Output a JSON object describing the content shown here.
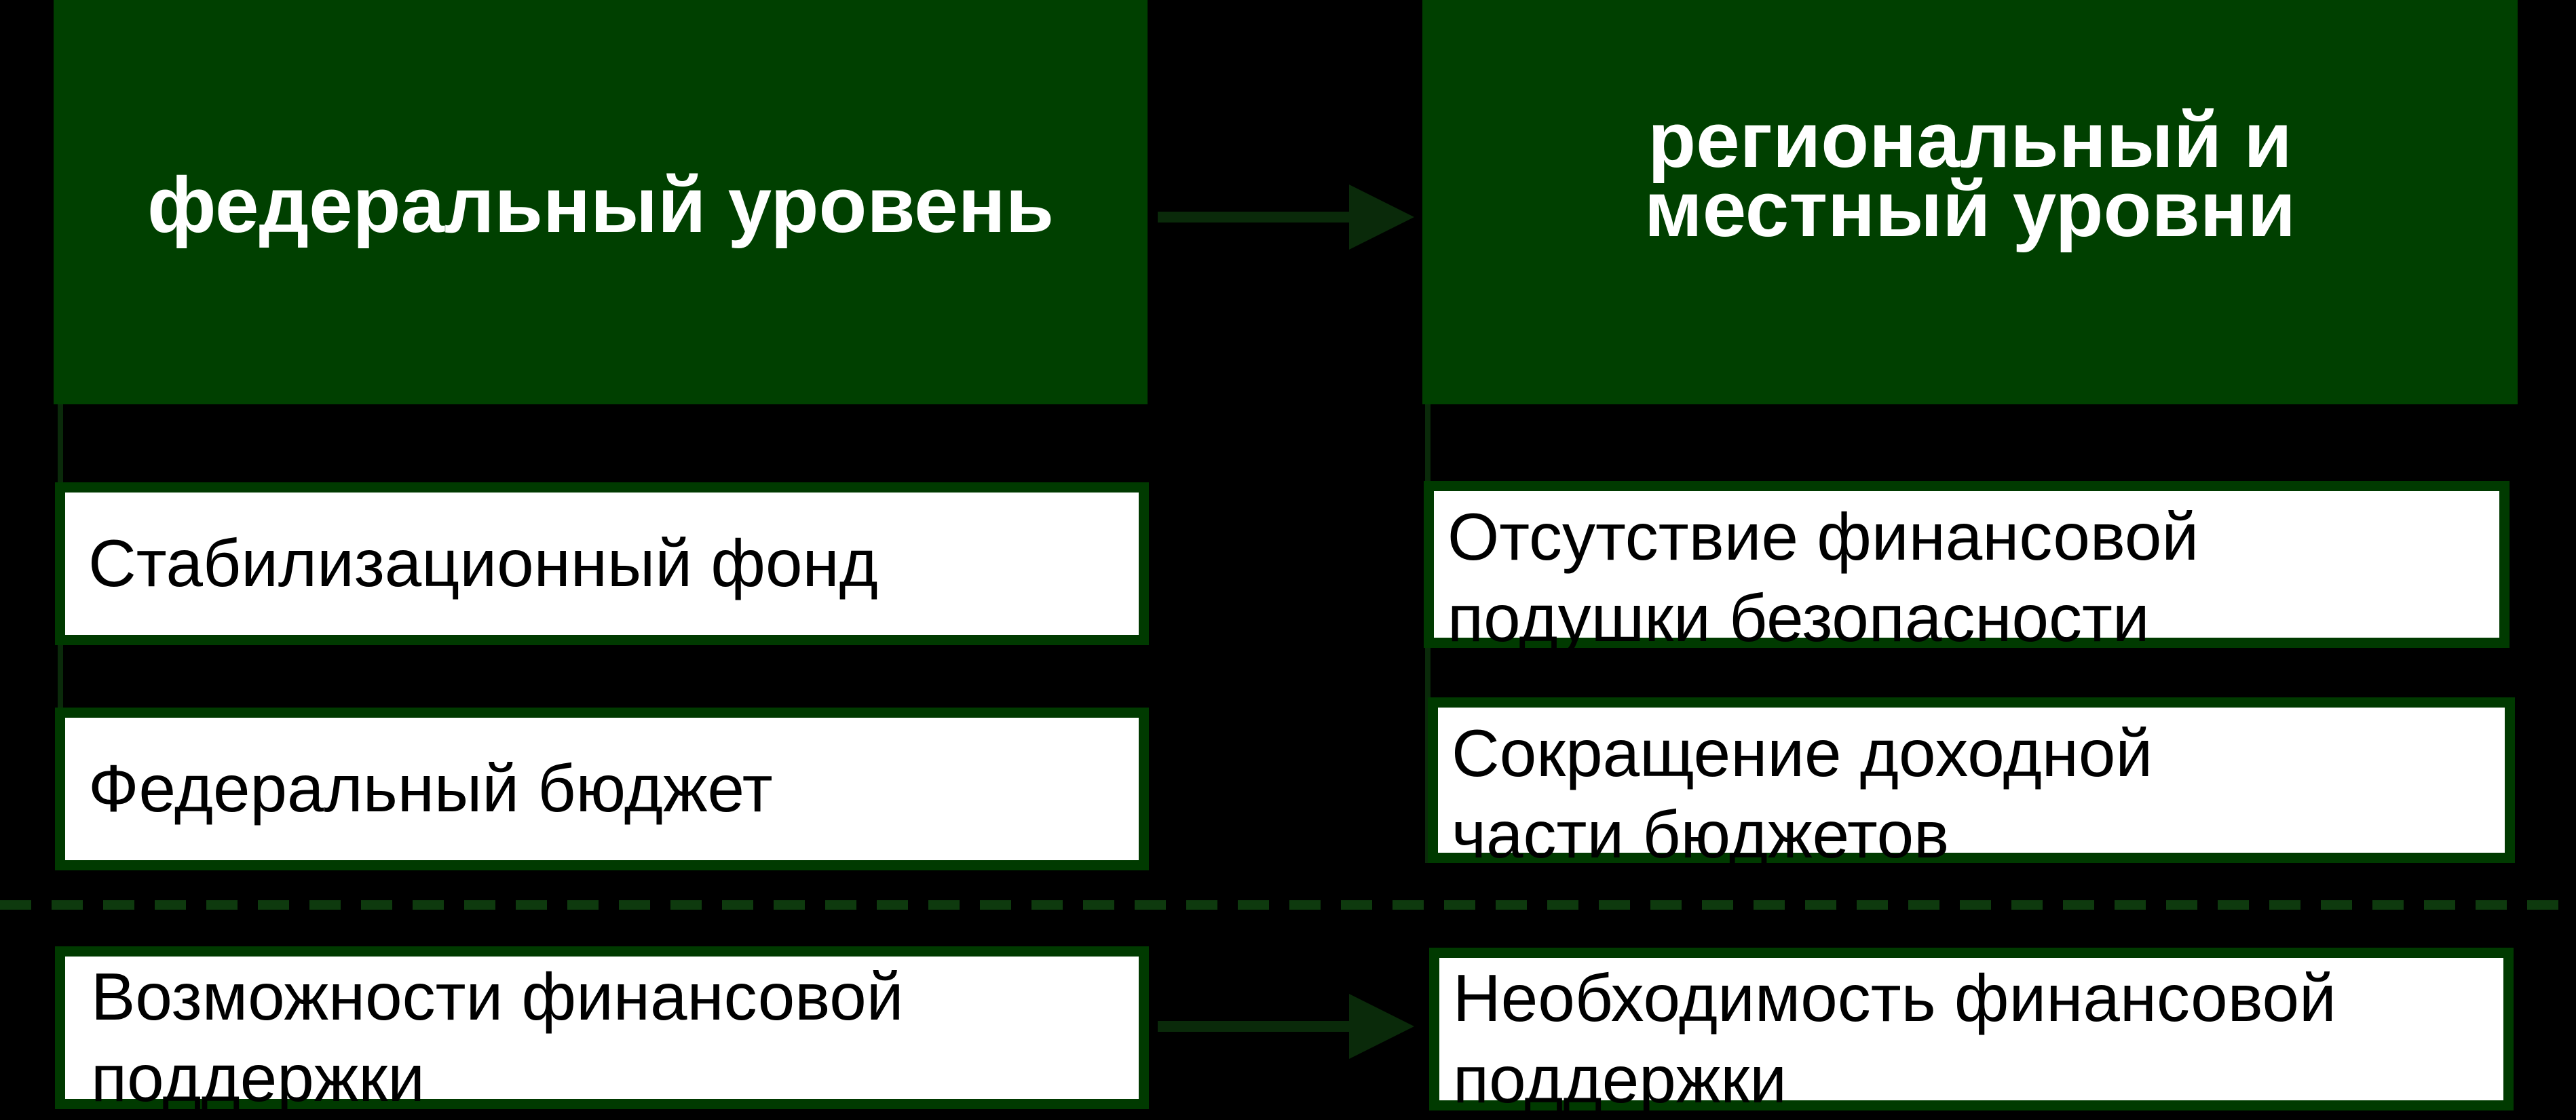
{
  "federal": {
    "header": "федеральный уровень",
    "items": [
      "Стабилизационный фонд",
      "Федеральный бюджет"
    ]
  },
  "regional": {
    "header_line1": "региональный и",
    "header_line2": "местный уровни",
    "items": [
      {
        "line1": "Отсутствие финансовой",
        "line2": "подушки безопасности"
      },
      {
        "line1": "Сокращение доходной",
        "line2": "части бюджетов"
      }
    ]
  },
  "bottom": {
    "left_line1": "Возможности финансовой",
    "left_line2": "поддержки",
    "right_line1": "Необходимость финансовой",
    "right_line2": "поддержки"
  },
  "colors": {
    "background": "#000000",
    "header_fill": "#004000",
    "box_border": "#003a00",
    "connector": "#0a2a0a"
  }
}
